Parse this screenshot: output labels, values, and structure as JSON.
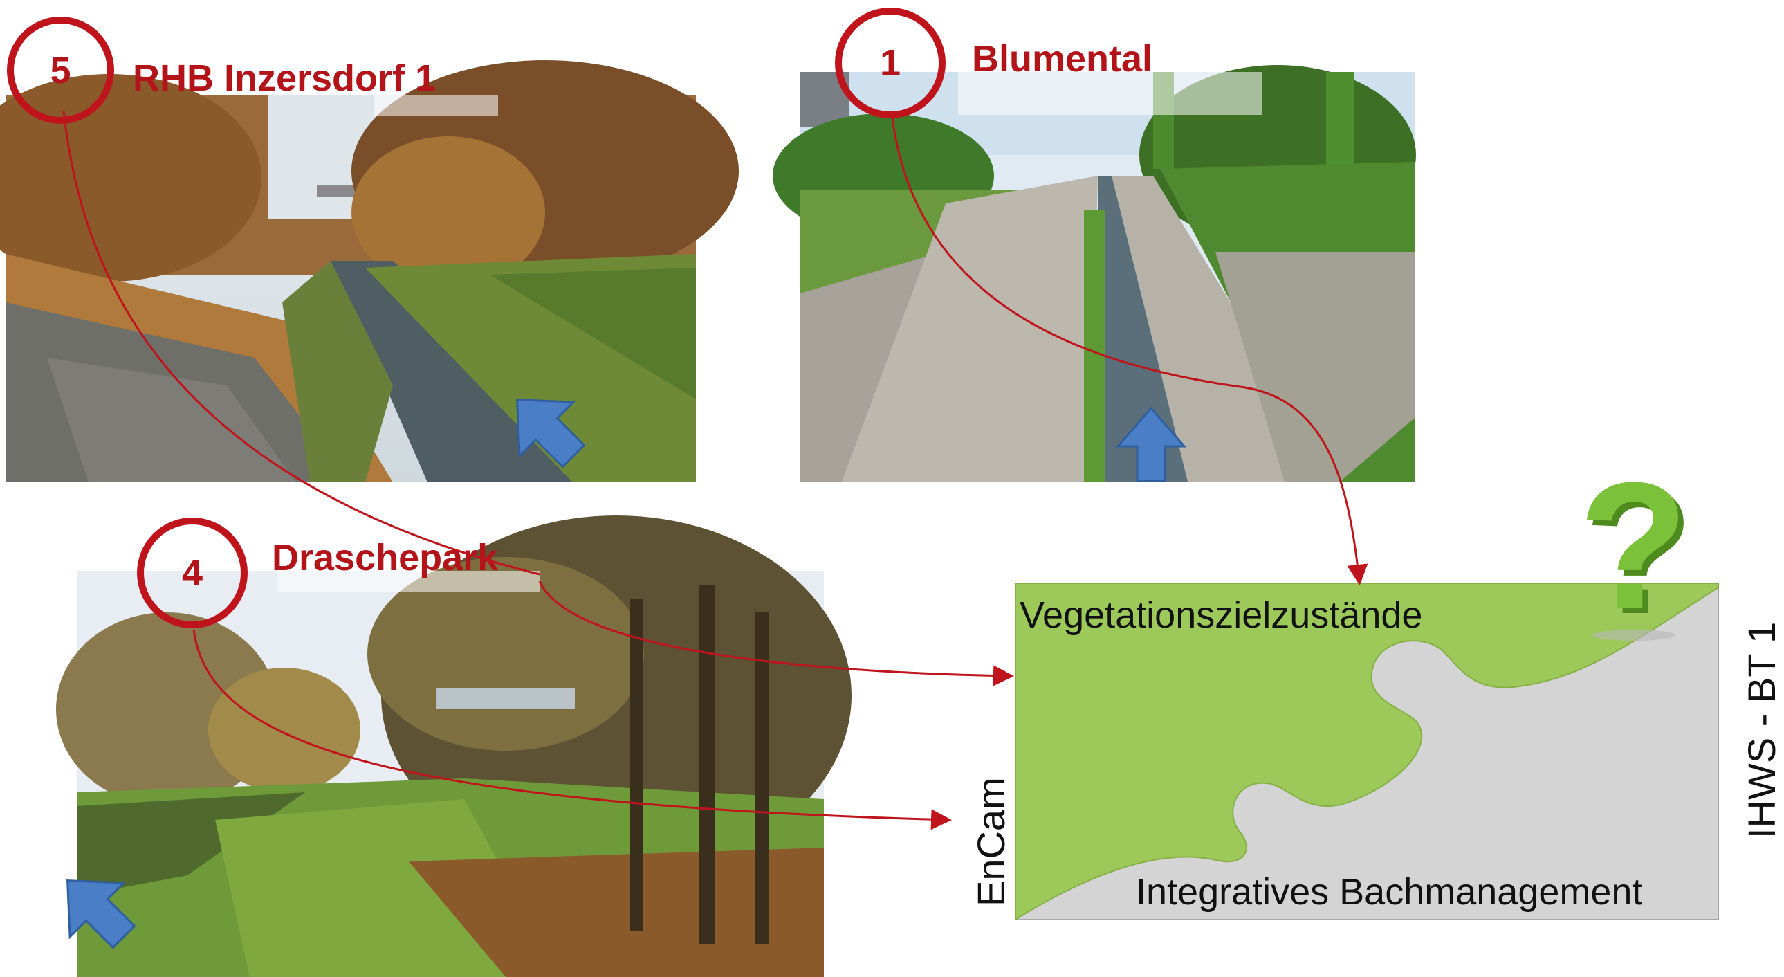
{
  "sites": [
    {
      "number": "5",
      "name": "RHB Inzersdorf 1"
    },
    {
      "number": "1",
      "name": "Blumental"
    },
    {
      "number": "4",
      "name": "Draschepark"
    }
  ],
  "puzzle": {
    "top_label": "Vegetationszielzustände",
    "bottom_label": "Integratives Bachmanagement",
    "left_label": "EnCam",
    "right_label": "IHWS - BT 1",
    "question_mark": "?"
  },
  "colors": {
    "accent_red": "#c0141c",
    "puzzle_green": "#9cc95a",
    "puzzle_gray": "#d4d4d4",
    "flow_arrow_blue": "#4a7fc8",
    "question_green": "#6aaa2a"
  },
  "icons": [
    "flow-direction-arrow-icon",
    "question-mark-icon"
  ]
}
